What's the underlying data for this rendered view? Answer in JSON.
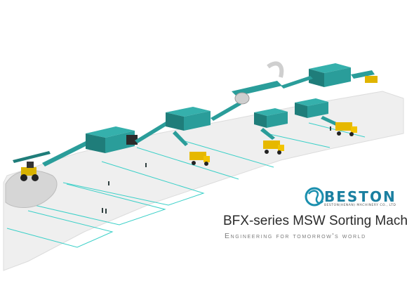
{
  "brand": {
    "name": "BESTON",
    "subtitle": "BESTON(HENAN) MACHINERY CO., LTD",
    "accent_color": "#1a8fae",
    "logo_icon": "beston-logo-icon"
  },
  "headline": "BFX-series MSW Sorting Machine",
  "tagline": "Engineering for tomorrow's world",
  "colors": {
    "machine": "#2a9d9a",
    "machine_dark": "#1f7d7a",
    "floor": "#efefef",
    "truck_cab": "#e6b800",
    "markings": "#3ad0c8"
  }
}
